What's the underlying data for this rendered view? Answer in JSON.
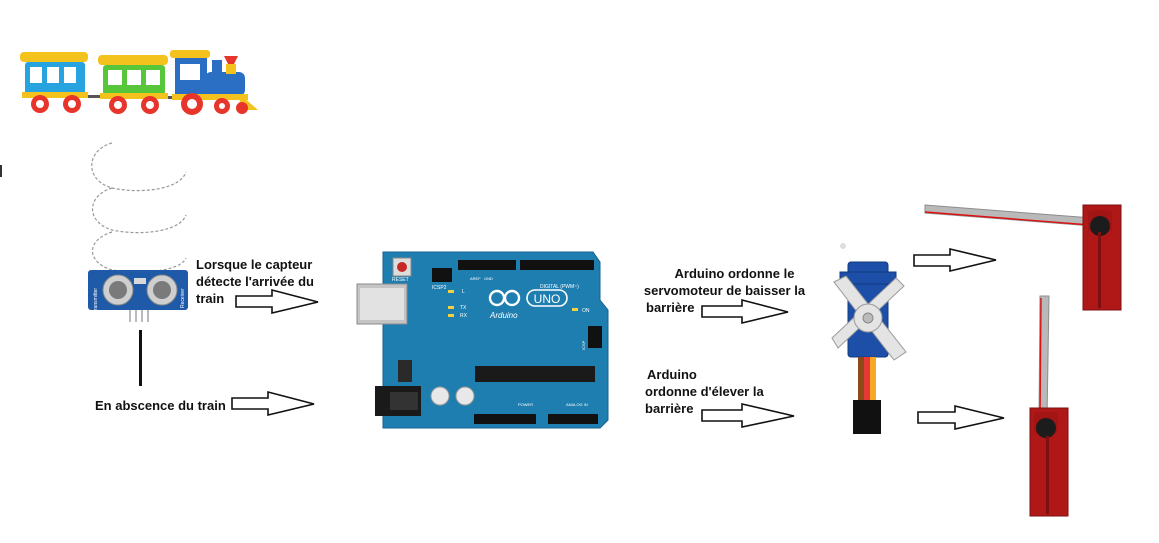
{
  "labels": {
    "sensor_detects": "Lorsque le capteur détecte l'arrivée du train",
    "no_train": "En abscence du train",
    "lower_line1": "Arduino  ordonne le",
    "lower_line2": "servomoteur de baisser la",
    "lower_line3": "barrière",
    "raise_line1": "Arduino",
    "raise_line2": "ordonne d'élever la",
    "raise_line3": "barrière"
  },
  "sensor": {
    "left_label": "Transmitter",
    "right_label": "Receiver"
  },
  "arduino": {
    "reset": "RESET",
    "icsp2": "ICSP2",
    "brand": "Arduino",
    "model": "UNO",
    "digital": "DIGITAL (PWM~)",
    "aref": "AREF",
    "gnd": "GND",
    "on": "ON",
    "icsp": "ICSP",
    "power": "POWER",
    "analog": "ANALOG IN",
    "tx": "TX",
    "rx": "RX",
    "l": "L"
  },
  "colors": {
    "board": "#1f7eb0",
    "barrier_red": "#b01818",
    "arm_gray": "#b9b9b9",
    "servo_blue": "#1d4fa8"
  }
}
